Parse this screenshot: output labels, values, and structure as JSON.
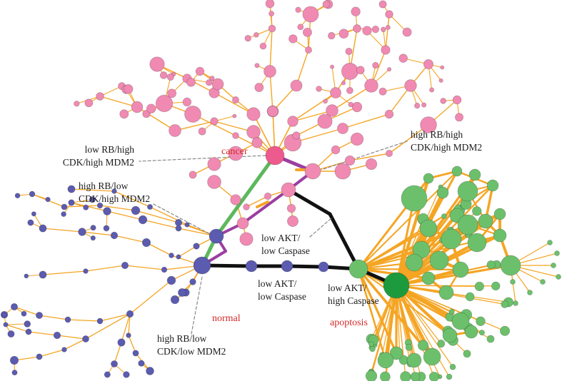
{
  "regions": {
    "cancer": "cancer",
    "normal": "normal",
    "apoptosis": "apoptosis"
  },
  "annotations": {
    "cancer_attractor": [
      "low RB/high",
      "CDK/high MDM2"
    ],
    "cancer_saddle": [
      "high RB/high",
      "CDK/high MDM2"
    ],
    "normal_saddle": [
      "high RB/low",
      "CDK/high MDM2"
    ],
    "normal_attractor": [
      "high RB/low",
      "CDK/low MDM2"
    ],
    "transition_mid": [
      "low AKT/",
      "low Caspase"
    ],
    "transition_upper": [
      "low AKT/",
      "low Caspase"
    ],
    "apoptosis_attractor": [
      "low AKT/",
      "high Caspase"
    ]
  },
  "colors": {
    "cancer_node": "#f08ab2",
    "cancer_hub": "#ec5a8e",
    "normal_node": "#5b5bb0",
    "apoptosis_node": "#6cc06c",
    "apoptosis_hub": "#1e9a3e",
    "edge": "#f5a524",
    "path_black": "#111111",
    "path_green": "#5cb85c",
    "path_purple": "#9b3fa0",
    "region_text": "#d42a2a"
  }
}
